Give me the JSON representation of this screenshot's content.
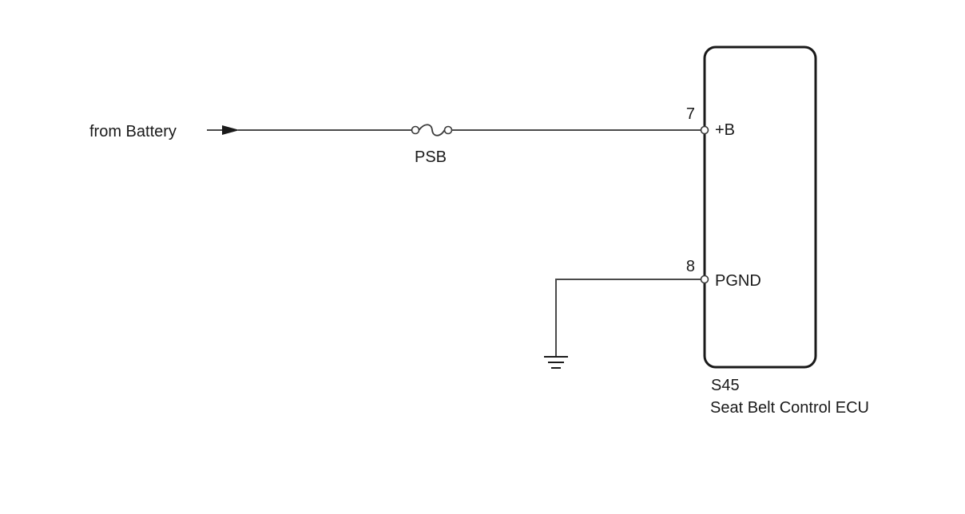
{
  "source": {
    "label": "from Battery"
  },
  "fuse": {
    "label": "PSB"
  },
  "ecu": {
    "code": "S45",
    "name": "Seat Belt Control ECU",
    "pins": [
      {
        "number": "7",
        "name": "+B"
      },
      {
        "number": "8",
        "name": "PGND"
      }
    ]
  },
  "colors": {
    "wire": "#4a4a4a",
    "outline": "#1a1a1a",
    "background": "#ffffff"
  },
  "icons": [
    "arrow-icon",
    "fuse-icon",
    "ground-icon",
    "terminal-icon"
  ]
}
